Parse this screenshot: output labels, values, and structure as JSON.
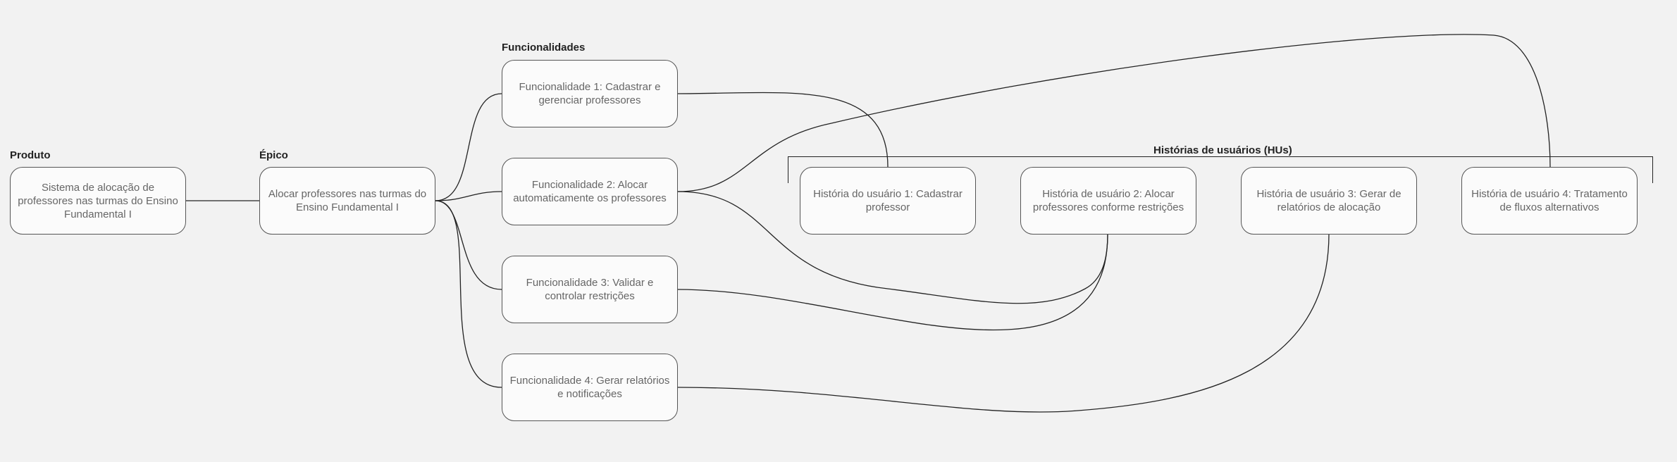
{
  "sections": {
    "produto": "Produto",
    "epico": "Épico",
    "funcionalidades": "Funcionalidades",
    "historias": "Histórias de usuários (HUs)"
  },
  "nodes": {
    "produto": "Sistema de alocação de professores nas turmas do Ensino Fundamental I",
    "epico": "Alocar professores nas turmas do Ensino Fundamental I",
    "f1": "Funcionalidade 1: Cadastrar e gerenciar professores",
    "f2": "Funcionalidade 2: Alocar automaticamente os professores",
    "f3": "Funcionalidade 3: Validar e controlar restrições",
    "f4": "Funcionalidade 4: Gerar relatórios e notificações",
    "hu1": "História do usuário 1: Cadastrar professor",
    "hu2": "História de usuário 2: Alocar professores conforme restrições",
    "hu3": "História de usuário 3: Gerar de relatórios de alocação",
    "hu4": "História de usuário 4: Tratamento de fluxos alternativos"
  },
  "connections": [
    [
      "produto",
      "epico"
    ],
    [
      "epico",
      "f1"
    ],
    [
      "epico",
      "f2"
    ],
    [
      "epico",
      "f3"
    ],
    [
      "epico",
      "f4"
    ],
    [
      "f1",
      "hu1"
    ],
    [
      "f2",
      "hu4"
    ],
    [
      "f2",
      "hu2"
    ],
    [
      "f3",
      "hu2"
    ],
    [
      "f4",
      "hu3"
    ]
  ]
}
